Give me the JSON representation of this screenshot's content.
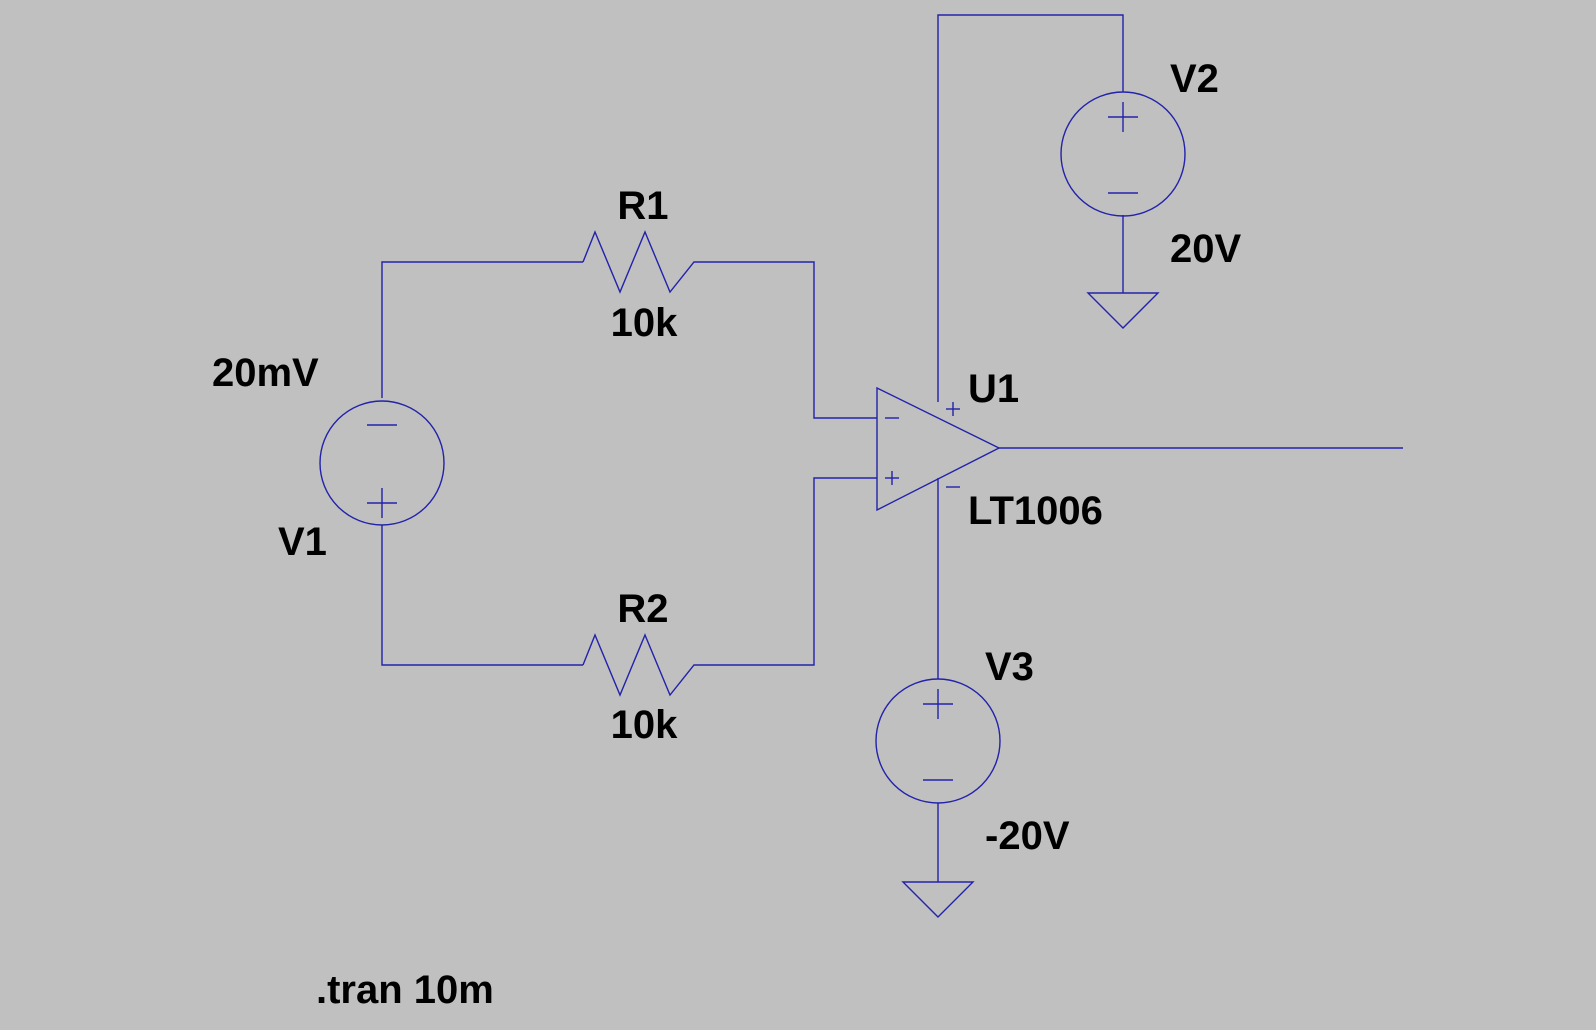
{
  "colors": {
    "background": "#c0c0c0",
    "wire": "#2222aa",
    "text": "#000000"
  },
  "components": {
    "v1": {
      "name": "V1",
      "value": "20mV"
    },
    "v2": {
      "name": "V2",
      "value": "20V"
    },
    "v3": {
      "name": "V3",
      "value": "-20V"
    },
    "r1": {
      "name": "R1",
      "value": "10k"
    },
    "r2": {
      "name": "R2",
      "value": "10k"
    },
    "u1": {
      "name": "U1",
      "model": "LT1006"
    }
  },
  "directive": ".tran 10m"
}
